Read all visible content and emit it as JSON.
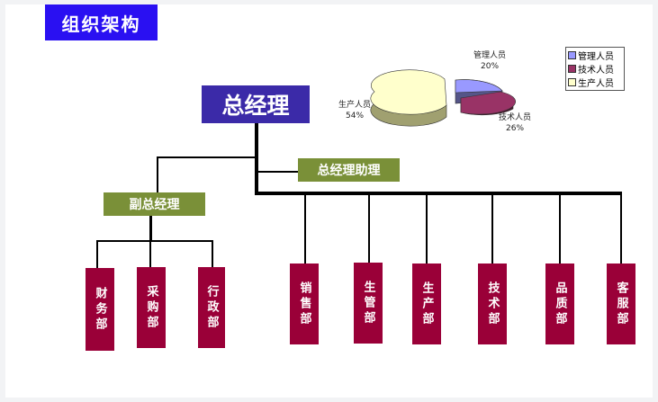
{
  "title": "组织架构",
  "general_manager": "总经理",
  "gm_assistant": "总经理助理",
  "deputy_gm": "副总经理",
  "deputy_departments": [
    "财务部",
    "采购部",
    "行政部"
  ],
  "departments": [
    "销售部",
    "生管部",
    "生产部",
    "技术部",
    "品质部",
    "客服部"
  ],
  "colors": {
    "title": "#2a10f2",
    "gm": "#3b2aa8",
    "olive": "#7a9038",
    "dept": "#9a0038"
  },
  "chart_data": {
    "type": "pie",
    "title": "",
    "slices": [
      {
        "label": "管理人员",
        "value": 20,
        "pct_label": "20%",
        "color": "#9999ff"
      },
      {
        "label": "技术人员",
        "value": 26,
        "pct_label": "26%",
        "color": "#993366"
      },
      {
        "label": "生产人员",
        "value": 54,
        "pct_label": "54%",
        "color": "#ffffcc"
      }
    ],
    "legend": "right"
  }
}
